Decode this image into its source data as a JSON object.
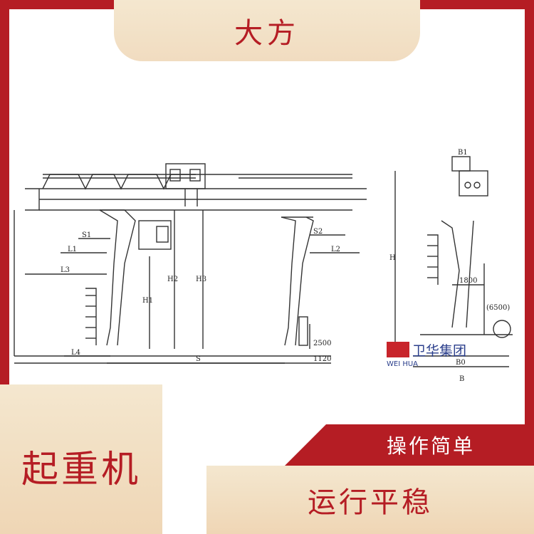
{
  "header": {
    "title": "大方"
  },
  "drawing": {
    "labels": [
      "S1",
      "L1",
      "L3",
      "H1",
      "H2",
      "H3",
      "S2",
      "L2",
      "L4",
      "S",
      "2500",
      "1120",
      "B1",
      "H",
      "1800",
      "(6500)",
      "B0",
      "B"
    ]
  },
  "logo": {
    "cn_text": "卫华集团",
    "en_text": "WEI HUA"
  },
  "footer": {
    "product": "起重机",
    "feature_1": "操作简单",
    "feature_2": "运行平稳"
  },
  "colors": {
    "brand_red": "#b51d24",
    "cream": "#f3e3c8",
    "line": "#333333"
  }
}
